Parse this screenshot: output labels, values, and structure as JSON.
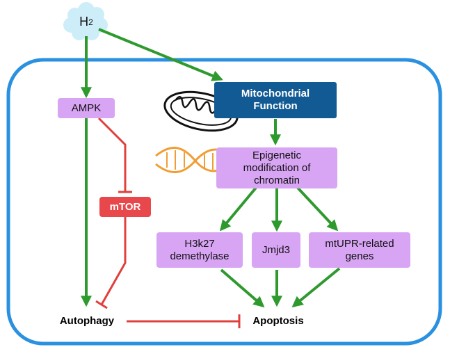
{
  "colors": {
    "frame": "#2a90e0",
    "activation": "#2e9a2e",
    "inhibition": "#e0403c",
    "node_fill": "#d8a4f4",
    "mito_box": "#125a93",
    "mtor_box": "#e8474b",
    "h2_cloud": "#cdeef9",
    "dna_strand": "#f19d33"
  },
  "icons": {
    "h2": "cloud-icon",
    "mitochondrion": "mitochondrion-icon",
    "dna": "dna-helix-icon"
  },
  "nodes": {
    "h2_main": "H",
    "h2_sub": "2",
    "ampk": "AMPK",
    "mtor": "mTOR",
    "mito_line1": "Mitochondrial",
    "mito_line2": "Function",
    "epi_line1": "Epigenetic",
    "epi_line2": "modification of",
    "epi_line3": "chromatin",
    "h3k27_line1": "H3k27",
    "h3k27_line2": "demethylase",
    "jmjd3": "Jmjd3",
    "mtupr_line1": "mtUPR-related",
    "mtupr_line2": "genes",
    "autophagy": "Autophagy",
    "apoptosis": "Apoptosis"
  }
}
